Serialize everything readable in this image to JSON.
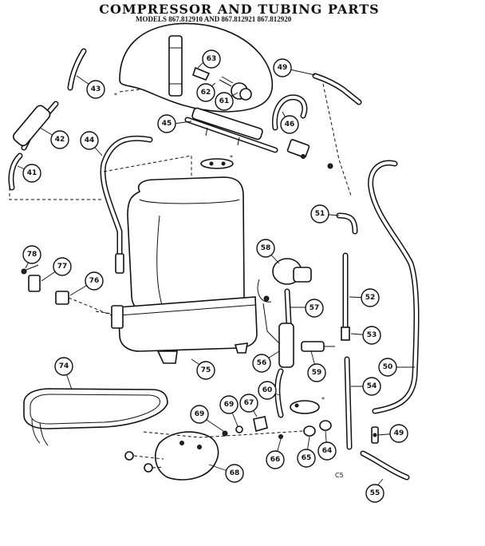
{
  "header": {
    "title": "COMPRESSOR AND TUBING PARTS",
    "models": "MODELS 867.812910 AND 867.812921 867.812920"
  },
  "callouts": [
    "41",
    "42",
    "43",
    "44",
    "45",
    "46",
    "49",
    "50",
    "51",
    "52",
    "53",
    "54",
    "55",
    "56",
    "57",
    "58",
    "59",
    "60",
    "61",
    "62",
    "63",
    "64",
    "65",
    "66",
    "67",
    "68",
    "69",
    "74",
    "75",
    "76",
    "77",
    "78"
  ],
  "footer_mark": "C5"
}
